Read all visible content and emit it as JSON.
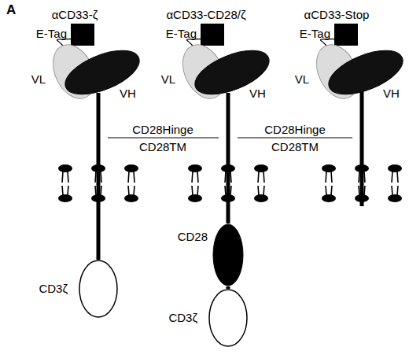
{
  "diagram": {
    "nodes": [
      {
        "text": [
          "E-Tag"
        ]
      },
      {
        "text": [
          "VL"
        ]
      },
      {
        "text": [
          "VH"
        ]
      },
      {
        "text": [
          "CD3ζ"
        ]
      },
      {
        "text": [
          "E-Tag"
        ]
      },
      {
        "text": [
          "VL"
        ]
      },
      {
        "text": [
          "VH"
        ]
      },
      {
        "text": [
          "CD28"
        ]
      },
      {
        "text": [
          "CD3ζ"
        ]
      },
      {
        "text": [
          "E-Tag"
        ]
      },
      {
        "text": [
          "VL"
        ]
      },
      {
        "text": [
          "VH"
        ]
      }
    ],
    "edges": [
      {
        "from": 0,
        "to": 1,
        "arrow": "none"
      },
      {
        "from": 2,
        "to": 3,
        "arrow": "none"
      },
      {
        "from": 4,
        "to": 5,
        "arrow": "none"
      },
      {
        "from": 6,
        "to": 7,
        "arrow": "none"
      },
      {
        "from": 7,
        "to": 8,
        "arrow": "none"
      },
      {
        "from": 9,
        "to": 10,
        "arrow": "none"
      }
    ],
    "labels": [
      "A",
      "αCD33-ζ",
      "αCD33-CD28/ζ",
      "αCD33-Stop",
      "CD28Hinge",
      "CD28TM",
      "CD28Hinge",
      "CD28TM"
    ]
  }
}
